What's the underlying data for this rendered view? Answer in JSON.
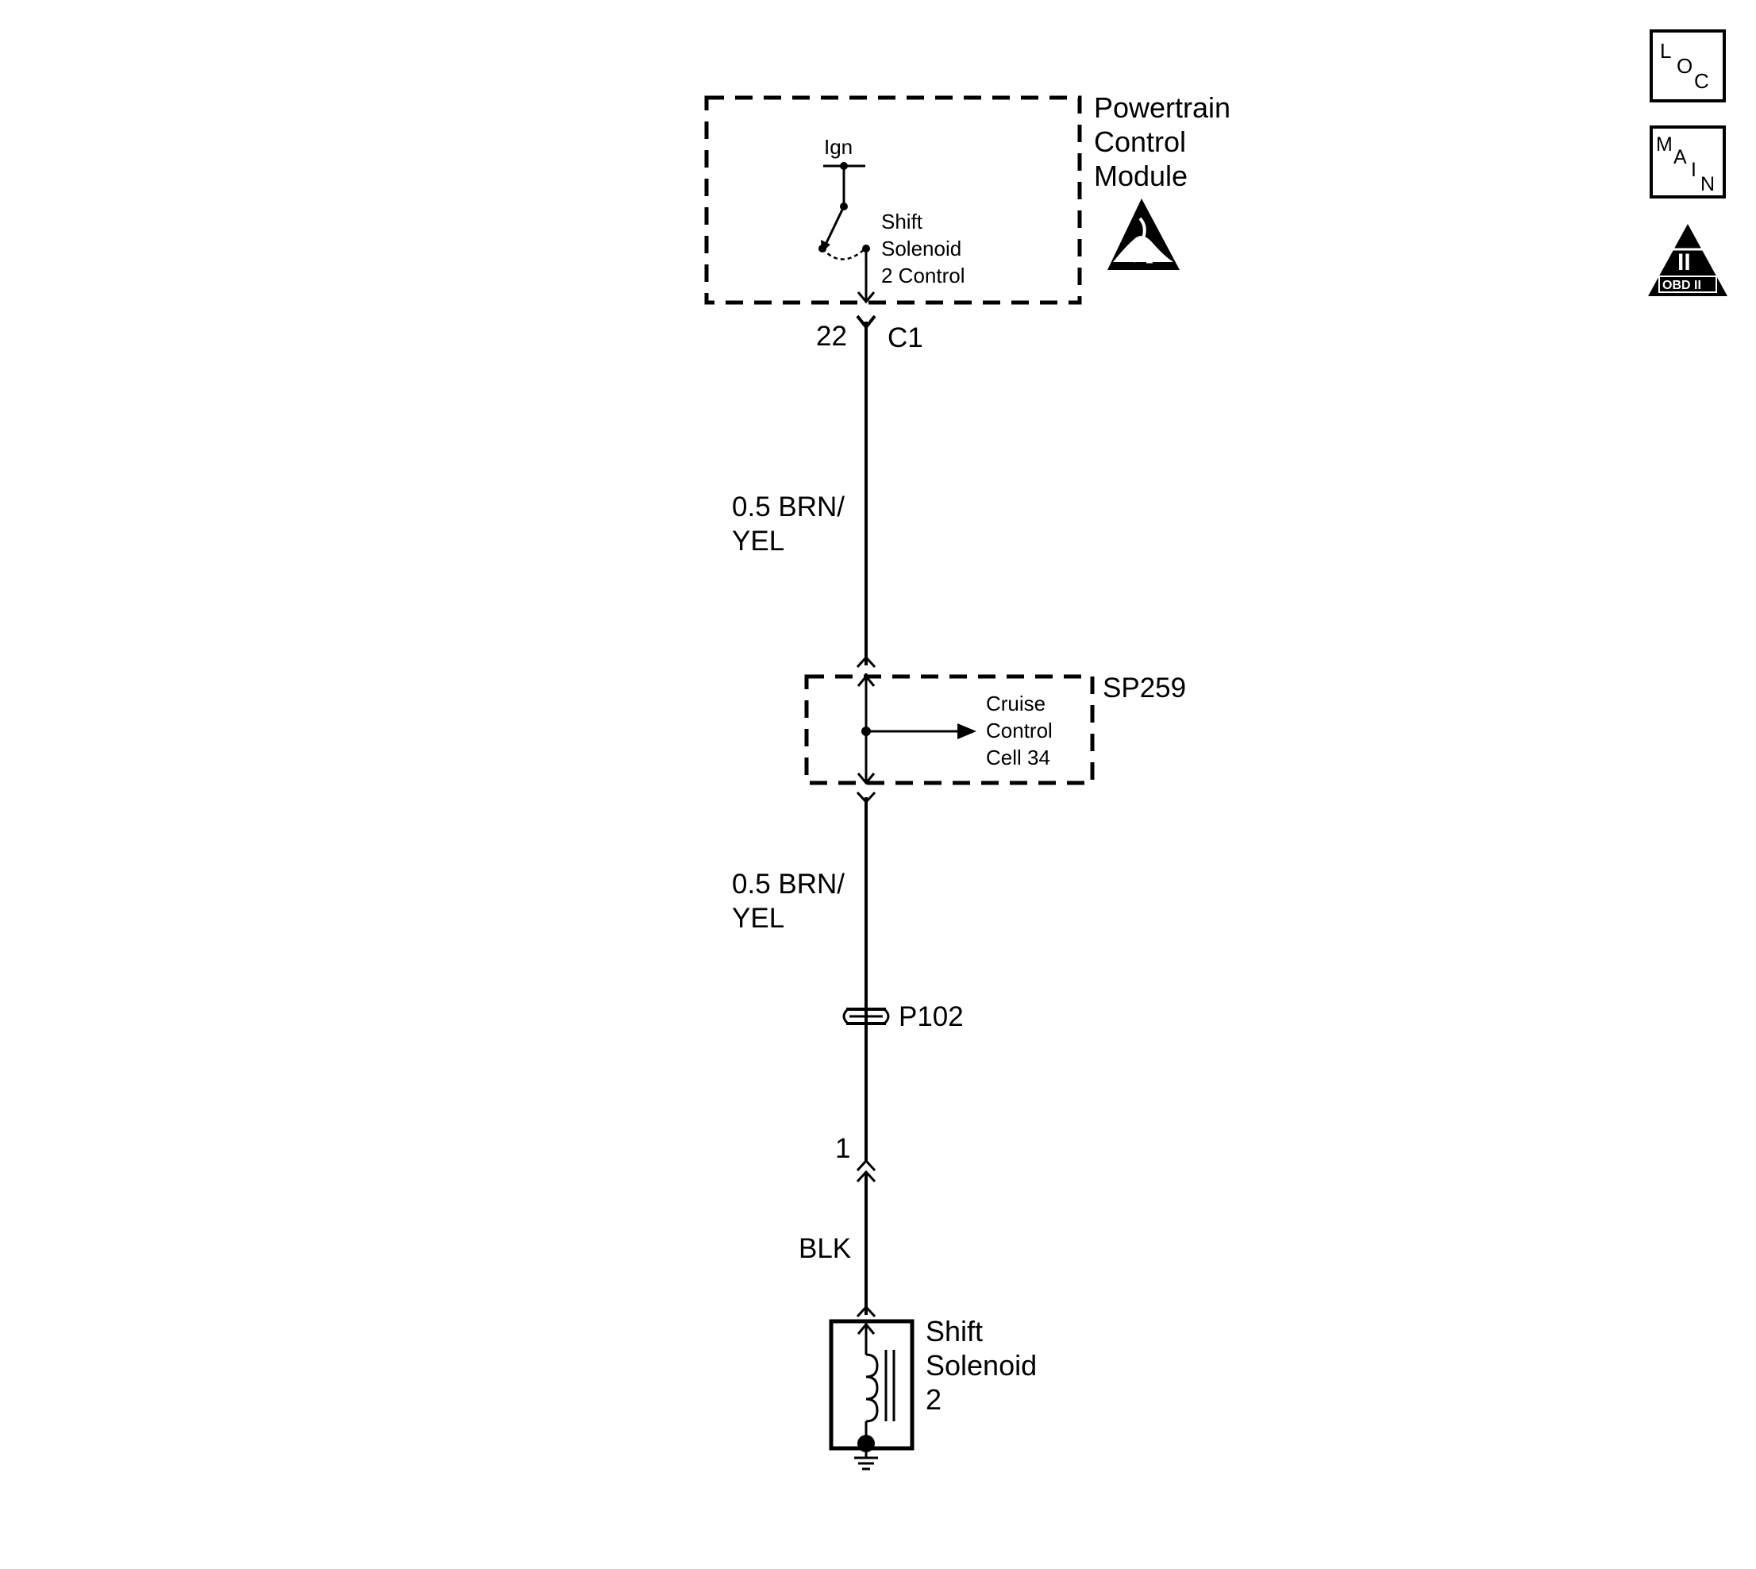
{
  "pcm": {
    "title_lines": [
      "Powertrain",
      "Control",
      "Module"
    ],
    "ign_label": "Ign",
    "output_label_lines": [
      "Shift",
      "Solenoid",
      "2 Control"
    ],
    "pin": "22",
    "connector": "C1"
  },
  "wire_upper": {
    "gauge_color_lines": [
      "0.5 BRN/",
      "YEL"
    ]
  },
  "splice_pack": {
    "id": "SP259",
    "ref_lines": [
      "Cruise",
      "Control",
      "Cell 34"
    ]
  },
  "wire_lower": {
    "gauge_color_lines": [
      "0.5 BRN/",
      "YEL"
    ]
  },
  "pass_through": {
    "id": "P102"
  },
  "solenoid_connector": {
    "pin": "1"
  },
  "wire_solenoid": {
    "color": "BLK"
  },
  "solenoid": {
    "label_lines": [
      "Shift",
      "Solenoid",
      "2"
    ]
  },
  "nav_icons": {
    "loc": [
      "L",
      "O",
      "C"
    ],
    "main": [
      "M",
      "A",
      "I",
      "N"
    ],
    "obd": {
      "numeral": "II",
      "text": "OBD II"
    }
  }
}
